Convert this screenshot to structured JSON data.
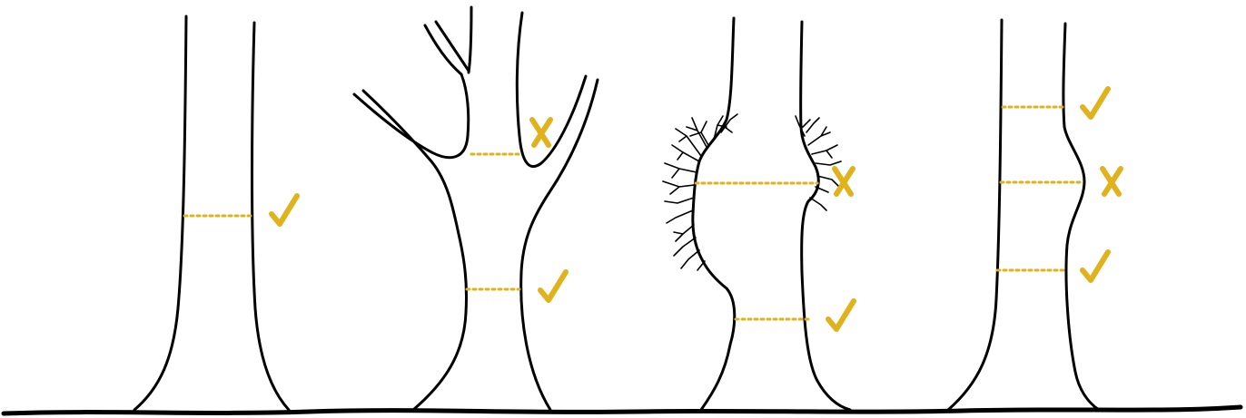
{
  "colors": {
    "line": "#000000",
    "accent": "#e0b21b",
    "background": "#ffffff"
  },
  "trees": [
    {
      "id": "straight-trunk",
      "measurements": [
        {
          "result": "correct",
          "symbol": "✓"
        }
      ]
    },
    {
      "id": "forked-trunk",
      "measurements": [
        {
          "result": "incorrect",
          "symbol": "✗"
        },
        {
          "result": "correct",
          "symbol": "✓"
        }
      ]
    },
    {
      "id": "trunk-with-sprouts",
      "measurements": [
        {
          "result": "incorrect",
          "symbol": "✗"
        },
        {
          "result": "correct",
          "symbol": "✓"
        }
      ]
    },
    {
      "id": "trunk-with-swelling",
      "measurements": [
        {
          "result": "correct",
          "symbol": "✓"
        },
        {
          "result": "incorrect",
          "symbol": "✗"
        },
        {
          "result": "correct",
          "symbol": "✓"
        }
      ]
    }
  ]
}
